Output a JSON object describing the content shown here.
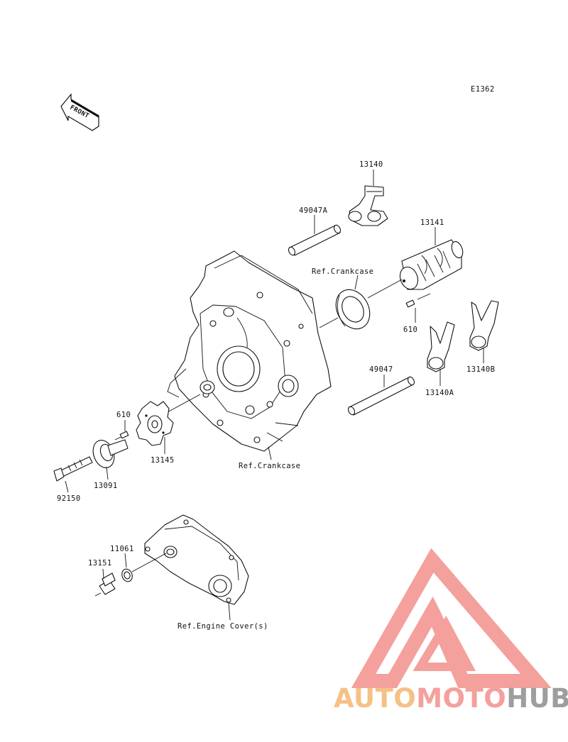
{
  "diagram": {
    "code": "E1362",
    "front_label": "FRONT",
    "labels": {
      "p13140": "13140",
      "p49047a": "49047A",
      "p13141": "13141",
      "ref_crankcase_top": "Ref.Crankcase",
      "p610_right": "610",
      "p49047": "49047",
      "p13140b": "13140B",
      "p13140a": "13140A",
      "p610_left": "610",
      "p13145": "13145",
      "ref_crankcase_bottom": "Ref.Crankcase",
      "p92150": "92150",
      "p13091": "13091",
      "p11061": "11061",
      "p13151": "13151",
      "ref_engine_cover": "Ref.Engine Cover(s)"
    }
  },
  "watermark": {
    "part1": "AUTO",
    "part2": "MOTO",
    "part3": "HUB",
    "colors": {
      "triangle": "#f4a09c",
      "auto": "#f5c186",
      "moto": "#f4a09c",
      "hub": "#9e9e9e"
    }
  }
}
